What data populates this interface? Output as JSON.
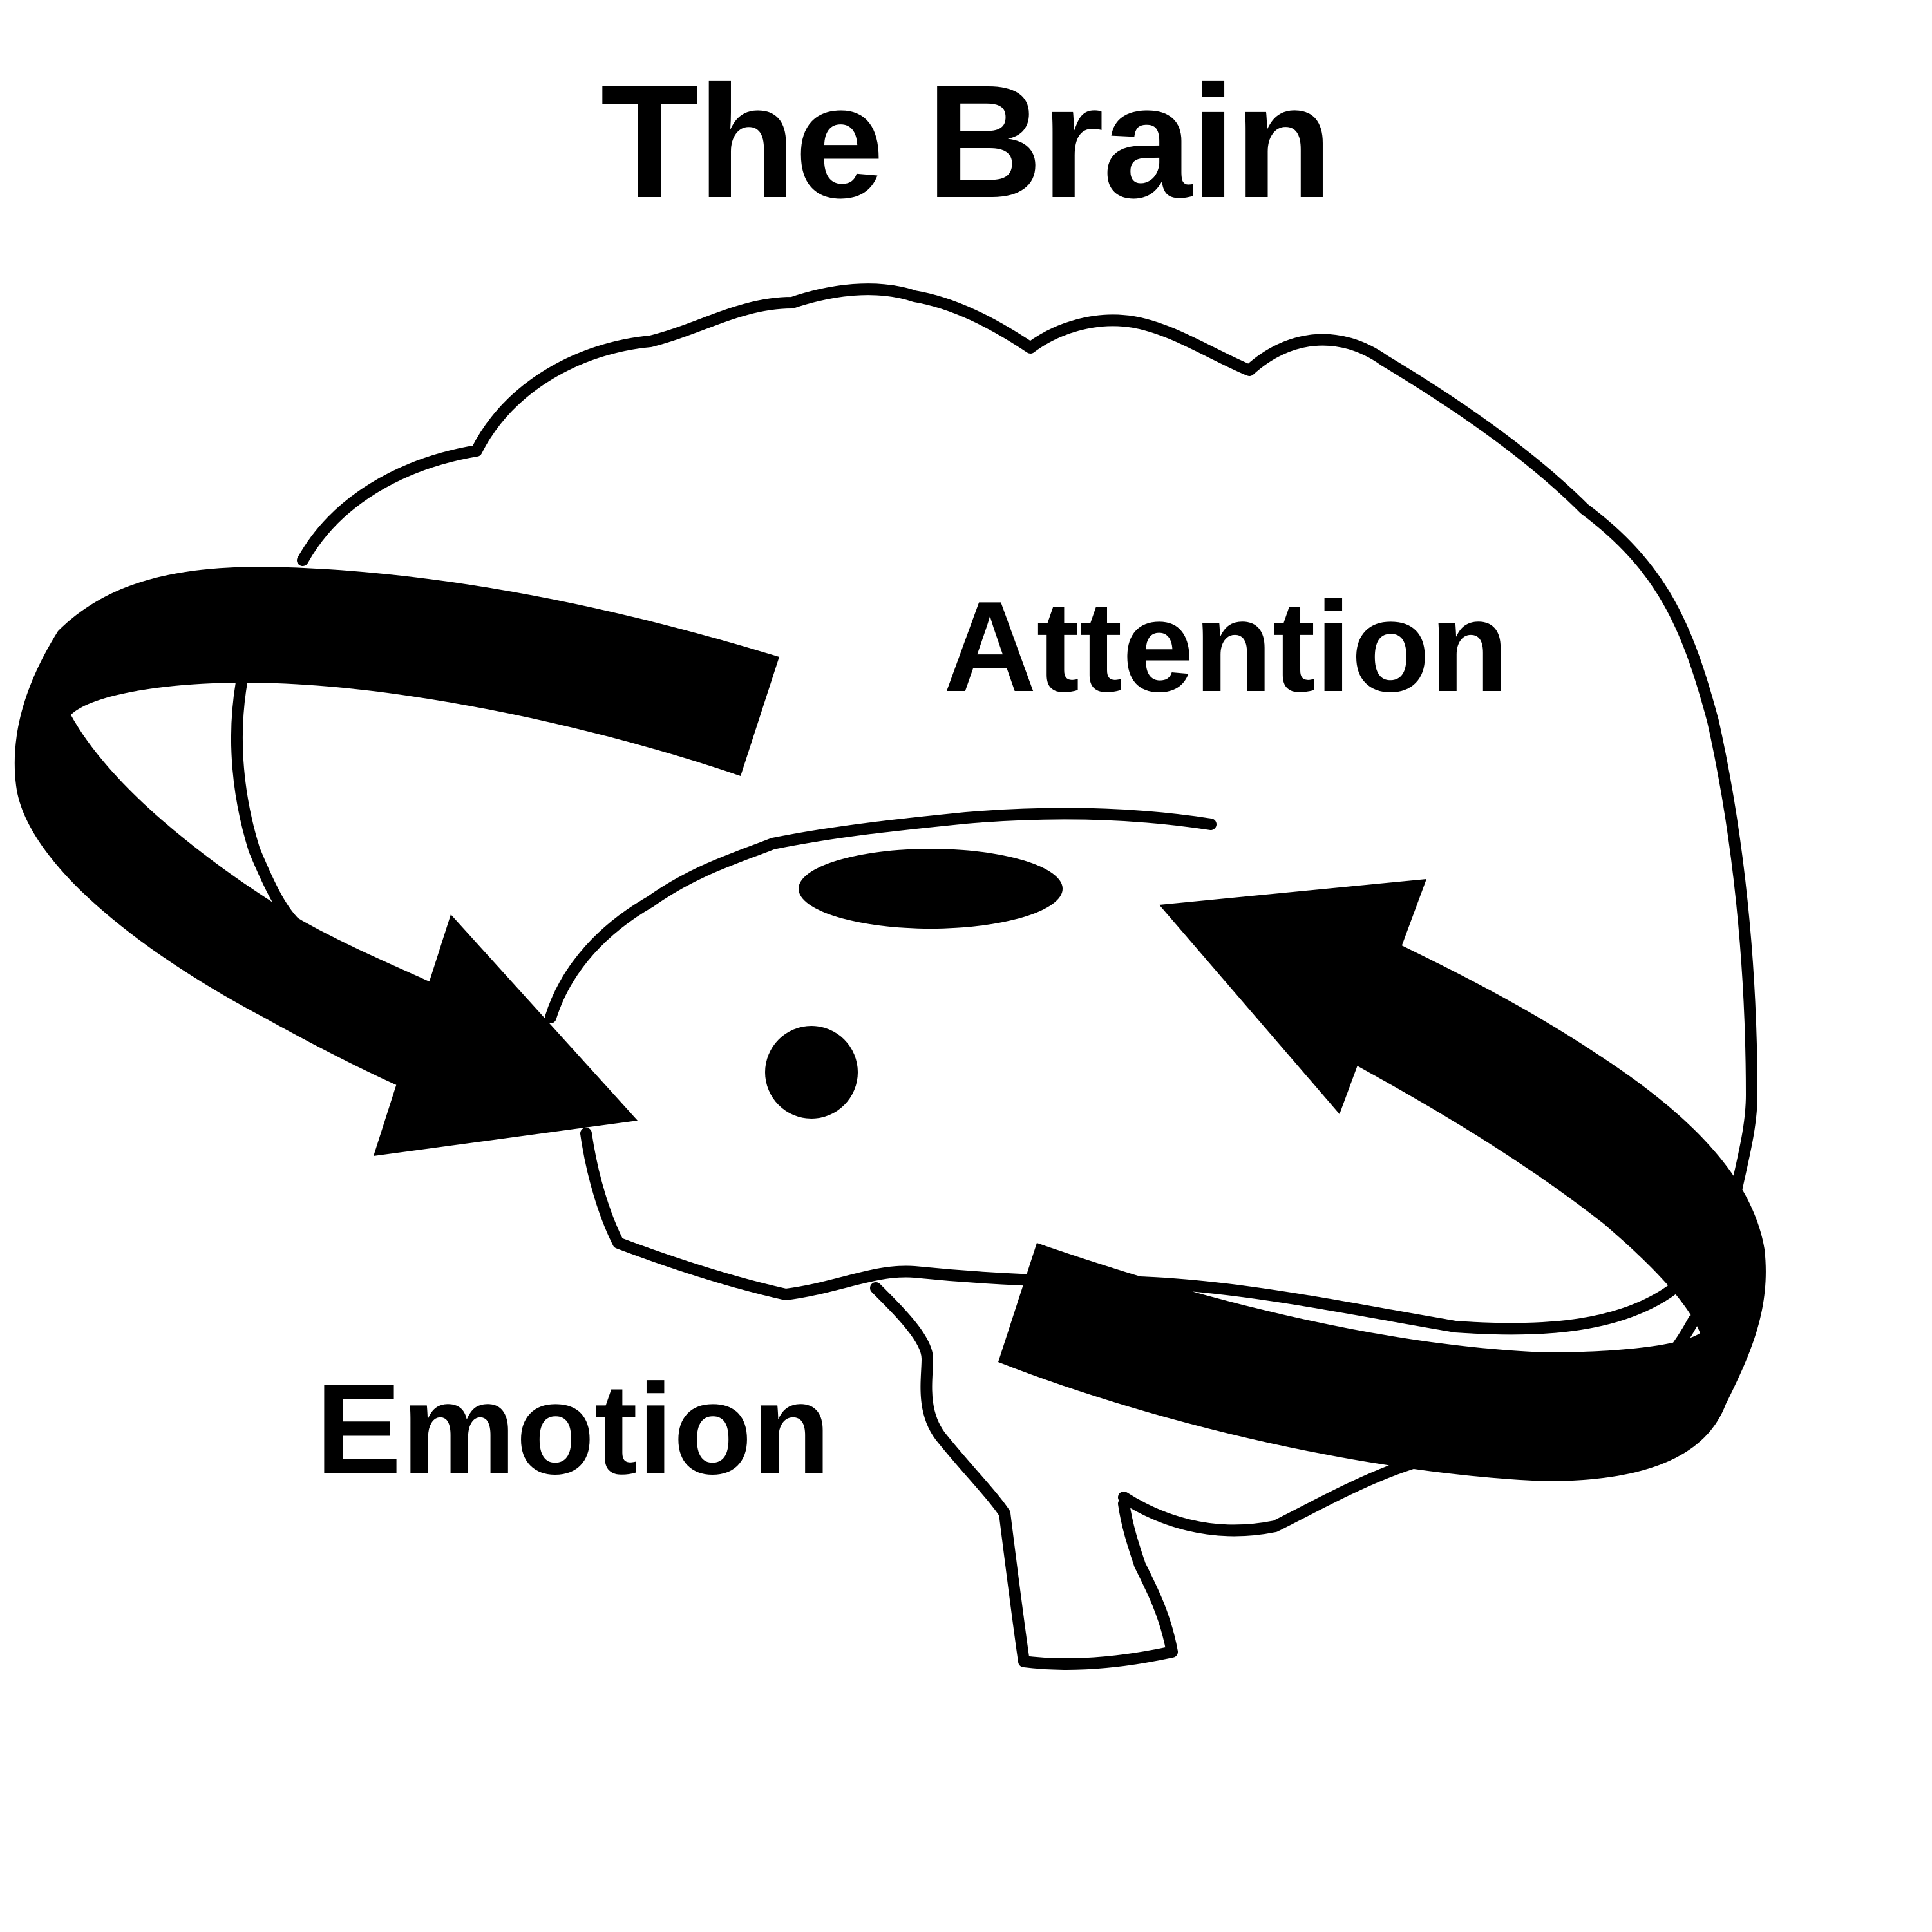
{
  "diagram": {
    "title": "The Brain",
    "labels": {
      "attention": "Attention",
      "emotion": "Emotion"
    }
  },
  "colors": {
    "ink": "#000000",
    "background": "#ffffff"
  }
}
